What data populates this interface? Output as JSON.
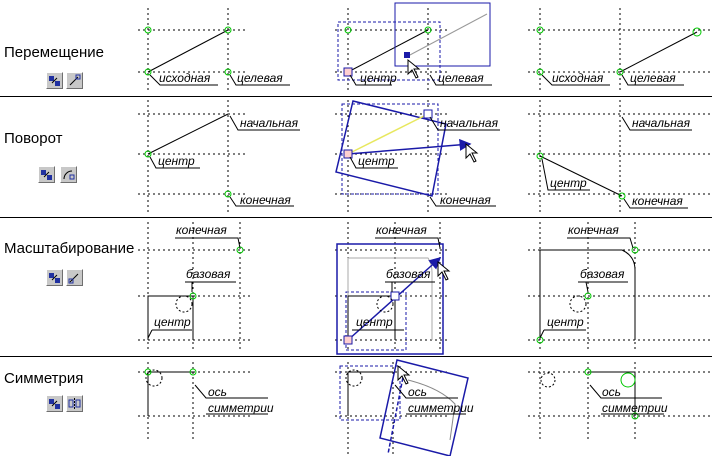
{
  "rows": [
    {
      "title": "Перемещение",
      "labels": {
        "source": "исходная",
        "target": "целевая",
        "center": "центр"
      }
    },
    {
      "title": "Поворот",
      "labels": {
        "start": "начальная",
        "center": "центр",
        "end": "конечная"
      }
    },
    {
      "title": "Масштабирование",
      "labels": {
        "end": "конечная",
        "base": "базовая",
        "center": "центр"
      }
    },
    {
      "title": "Симметрия",
      "labels": {
        "axis_line1": "ось",
        "axis_line2": "симметрии"
      }
    }
  ],
  "icons": [
    [
      "move-by-point-icon",
      "move-by-vector-icon"
    ],
    [
      "rotate-by-point-icon",
      "rotate-by-vector-icon"
    ],
    [
      "scale-by-point-icon",
      "scale-by-vector-icon"
    ],
    [
      "mirror-by-point-icon",
      "mirror-by-line-icon"
    ]
  ],
  "colors": {
    "grid": "#000000",
    "marker": "#00c800",
    "selection": "#1a1aa8",
    "highlight": "#ffff88",
    "divider": "#000000",
    "button_face": "#c8c8c8"
  }
}
